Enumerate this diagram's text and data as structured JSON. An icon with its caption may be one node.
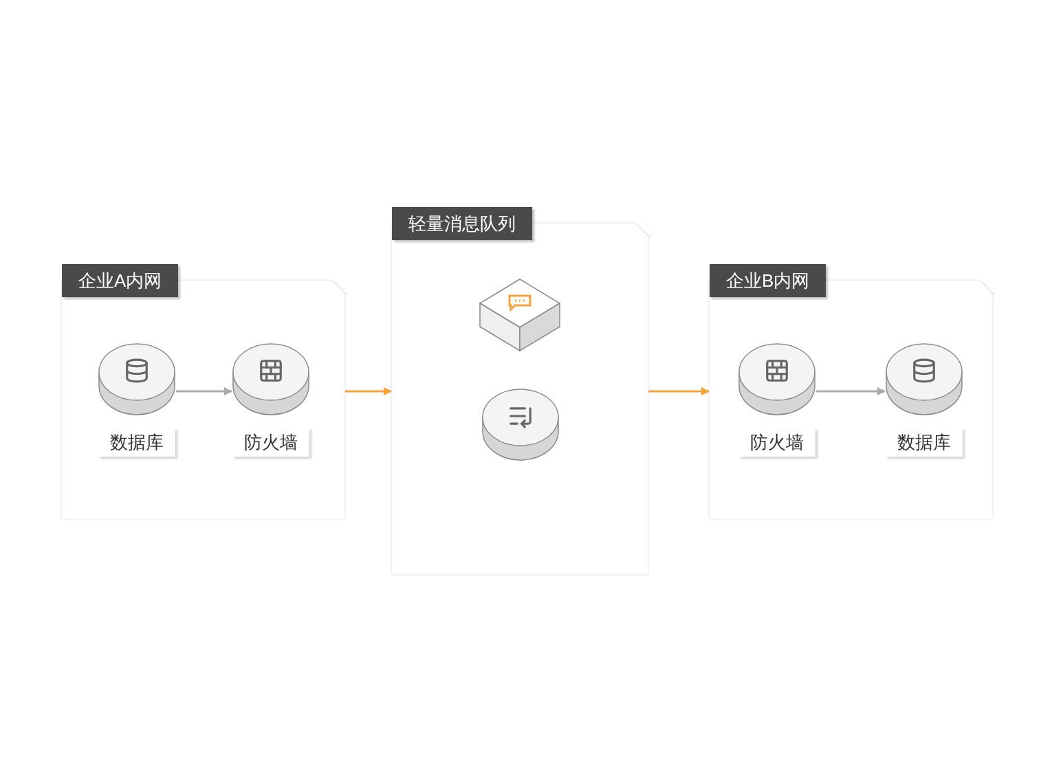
{
  "diagram": {
    "nodes": [
      {
        "text": [
          "企业A内网"
        ]
      },
      {
        "text": [
          "数据库"
        ],
        "in": 0
      },
      {
        "text": [
          "防火墙"
        ],
        "in": 0
      },
      {
        "text": [
          "轻量消息队列"
        ]
      },
      {
        "text": [],
        "shape": "cylinder",
        "in": 3
      },
      {
        "text": [
          "企业B内网"
        ]
      },
      {
        "text": [
          "防火墙"
        ],
        "in": 5
      },
      {
        "text": [
          "数据库"
        ],
        "in": 5
      }
    ],
    "edges": [
      {
        "from": 1,
        "to": 2,
        "arrow": "to",
        "color": "#aaaaaa"
      },
      {
        "from": 0,
        "to": 3,
        "arrow": "to",
        "color": "#f7a13e"
      },
      {
        "from": 3,
        "to": 5,
        "arrow": "to",
        "color": "#f7a13e"
      },
      {
        "from": 6,
        "to": 7,
        "arrow": "to",
        "color": "#aaaaaa"
      }
    ]
  }
}
